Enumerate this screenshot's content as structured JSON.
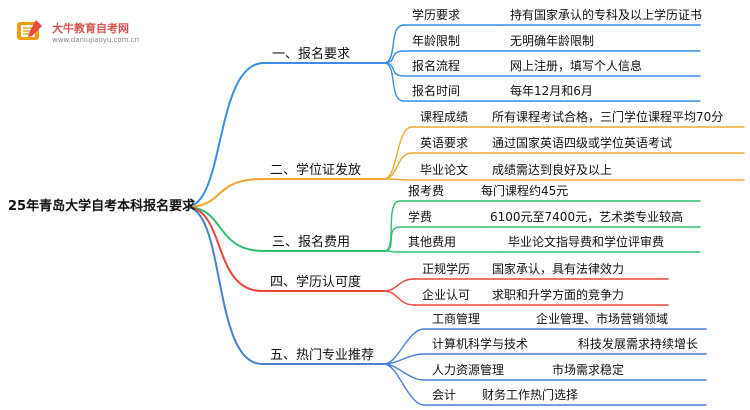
{
  "brand": {
    "name": "大牛教育自考网",
    "url": "www.daniujiaoyu.com.cn"
  },
  "root": {
    "label": "25年青岛大学自考本科报名要求"
  },
  "branches": [
    {
      "label": "一、报名要求",
      "color": "#3a8ee6",
      "children": [
        {
          "key": "学历要求",
          "value": "持有国家承认的专科及以上学历证书"
        },
        {
          "key": "年龄限制",
          "value": "无明确年龄限制"
        },
        {
          "key": "报名流程",
          "value": "网上注册，填写个人信息"
        },
        {
          "key": "报名时间",
          "value": "每年12月和6月"
        }
      ]
    },
    {
      "label": "二、学位证发放",
      "color": "#f0a830",
      "children": [
        {
          "key": "课程成绩",
          "value": "所有课程考试合格，三门学位课程平均70分"
        },
        {
          "key": "英语要求",
          "value": "通过国家英语四级或学位英语考试"
        },
        {
          "key": "毕业论文",
          "value": "成绩需达到良好及以上"
        }
      ]
    },
    {
      "label": "三、报名费用",
      "color": "#2fbf71",
      "children": [
        {
          "key": "报考费",
          "value": "每门课程约45元"
        },
        {
          "key": "学费",
          "value": "6100元至7400元，艺术类专业较高"
        },
        {
          "key": "其他费用",
          "value": "毕业论文指导费和学位评审费"
        }
      ]
    },
    {
      "label": "四、学历认可度",
      "color": "#e8453c",
      "children": [
        {
          "key": "正规学历",
          "value": "国家承认，具有法律效力"
        },
        {
          "key": "企业认可",
          "value": "求职和升学方面的竞争力"
        }
      ]
    },
    {
      "label": "五、热门专业推荐",
      "color": "#4a7fd4",
      "children": [
        {
          "key": "工商管理",
          "value": "企业管理、市场营销领域"
        },
        {
          "key": "计算机科学与技术",
          "value": "科技发展需求持续增长"
        },
        {
          "key": "人力资源管理",
          "value": "市场需求稳定"
        },
        {
          "key": "会计",
          "value": "财务工作热门选择"
        }
      ]
    }
  ]
}
